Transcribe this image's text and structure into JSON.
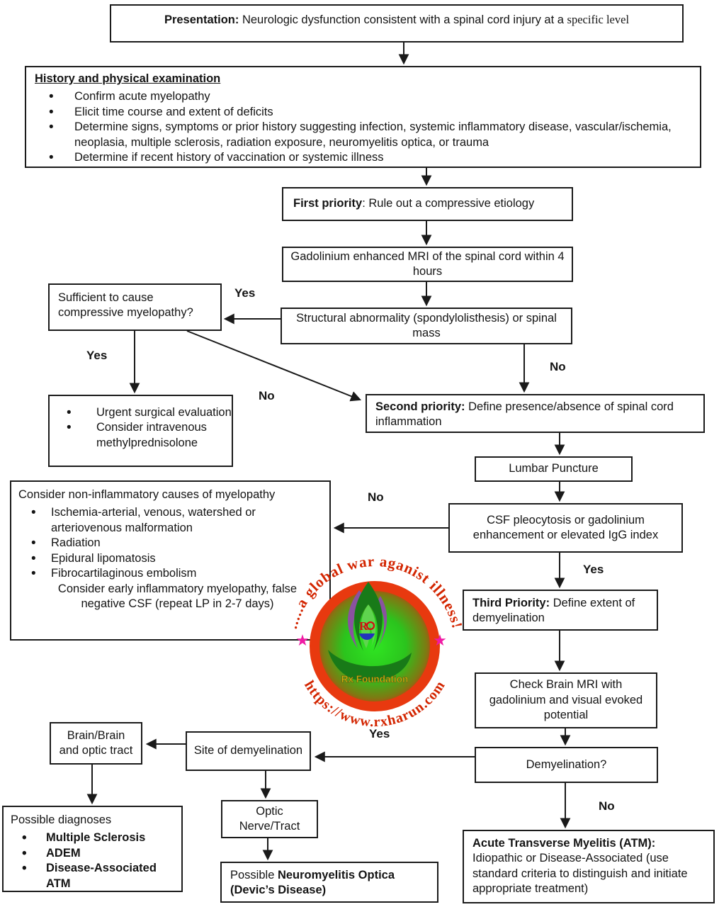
{
  "nodes": {
    "presentation": {
      "label": "Presentation:",
      "text": "Neurologic dysfunction consistent with a spinal cord injury at a",
      "text_serif": "specific level"
    },
    "history": {
      "title": "History and physical examination",
      "bullets": [
        "Confirm acute myelopathy",
        "Elicit time course and extent of deficits",
        "Determine signs, symptoms or prior history suggesting infection, systemic inflammatory disease, vascular/ischemia, neoplasia, multiple sclerosis, radiation exposure, neuromyelitis optica, or trauma",
        "Determine if recent history of vaccination or systemic illness"
      ]
    },
    "first_priority": {
      "label": "First priority",
      "text": ": Rule out a compressive etiology"
    },
    "mri": {
      "text": "Gadolinium enhanced MRI of the spinal cord within 4 hours"
    },
    "sufficient": {
      "text": "Sufficient to cause compressive myelopathy?"
    },
    "structural": {
      "text": "Structural abnormality (spondylolisthesis) or spinal mass"
    },
    "urgent": {
      "bullets": [
        "Urgent surgical evaluation",
        "Consider intravenous methylprednisolone"
      ]
    },
    "second_priority": {
      "label": "Second priority:",
      "text": "Define presence/absence of spinal cord inflammation"
    },
    "lumbar": {
      "text": "Lumbar Puncture"
    },
    "csf": {
      "text": "CSF pleocytosis or gadolinium enhancement or elevated IgG index"
    },
    "noninflammatory": {
      "title": "Consider non-inflammatory causes of myelopathy",
      "bullets": [
        "Ischemia-arterial, venous, watershed or arteriovenous malformation",
        "Radiation",
        "Epidural lipomatosis",
        "Fibrocartilaginous embolism"
      ],
      "note_line1": "Consider early inflammatory myelopathy, false",
      "note_line2": "negative CSF (repeat LP in 2-7 days)"
    },
    "third_priority": {
      "label": "Third Priority:",
      "text": "Define extent of demyelination"
    },
    "brain_mri": {
      "text": "Check Brain MRI with gadolinium and visual evoked potential"
    },
    "demyelination": {
      "text": "Demyelination?"
    },
    "site": {
      "text": "Site of demyelination"
    },
    "brain_tract": {
      "text": "Brain/Brain and optic tract"
    },
    "possible_diagnoses": {
      "title": "Possible diagnoses",
      "bullets": [
        "Multiple Sclerosis",
        "ADEM",
        "Disease-Associated ATM"
      ]
    },
    "optic": {
      "text": "Optic Nerve/Tract"
    },
    "neuromyelitis": {
      "prefix": "Possible",
      "bold_text": "Neuromyelitis Optica (Devic’s Disease)"
    },
    "atm": {
      "label": "Acute Transverse Myelitis (ATM):",
      "text": "Idiopathic or Disease-Associated (use standard criteria to distinguish and initiate appropriate treatment)"
    }
  },
  "edge_labels": {
    "yes_structural_to_sufficient": "Yes",
    "yes_sufficient_to_surgery": "Yes",
    "no_sufficient_to_second": "No",
    "no_structural_to_second": "No",
    "no_csf_to_noninflammatory": "No",
    "yes_csf_to_third": "Yes",
    "yes_demyelination_to_site": "Yes",
    "no_demyelination_to_atm": "No"
  },
  "watermark": {
    "arc_top": ".....a global war aganist illness!",
    "arc_bottom": "https://www.rxharun.com",
    "foundation_label": "Rx Foundation",
    "star_glyph": "★",
    "colors": {
      "ring_red": "#e8390f",
      "inner_green": "#2bd01e",
      "arc_text_red": "#d32500",
      "star_pink": "#f01aa4",
      "foundation_gold": "#cdb30a"
    }
  }
}
